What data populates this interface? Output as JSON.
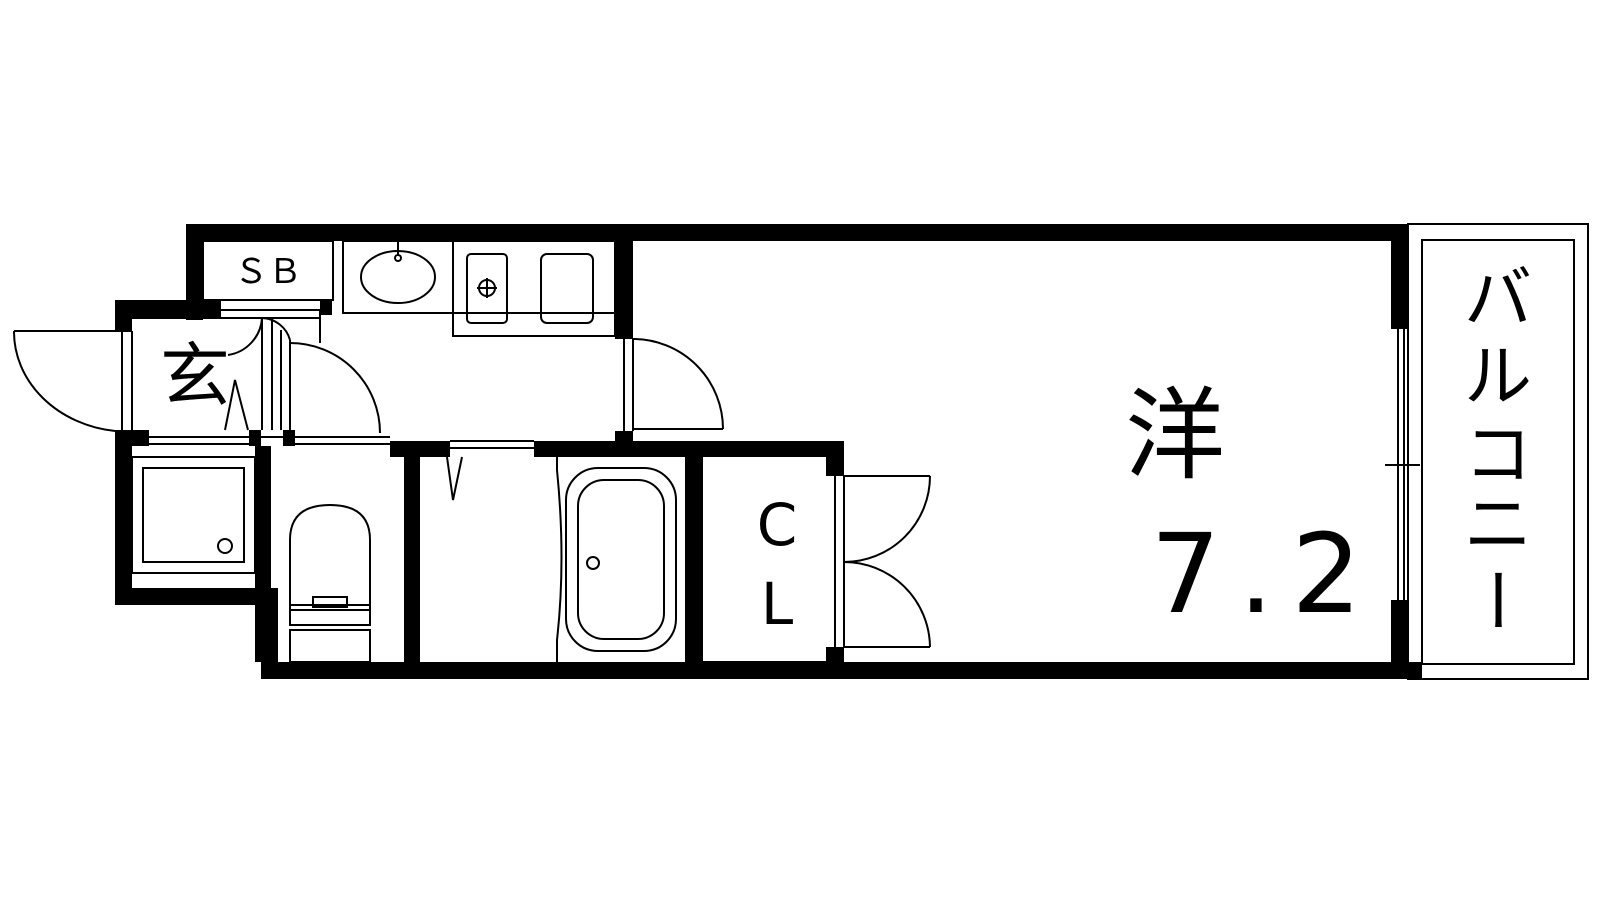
{
  "floorplan": {
    "rooms": {
      "western_room": "洋",
      "western_room_size": "7.2",
      "entrance": "玄",
      "shoe_box": "ＳＢ",
      "closet_c": "C",
      "closet_l": "L",
      "balcony": [
        "バ",
        "ル",
        "コ",
        "ニ",
        "ー"
      ]
    },
    "colors": {
      "wall": "#000000",
      "line": "#000000",
      "background": "#ffffff"
    }
  }
}
